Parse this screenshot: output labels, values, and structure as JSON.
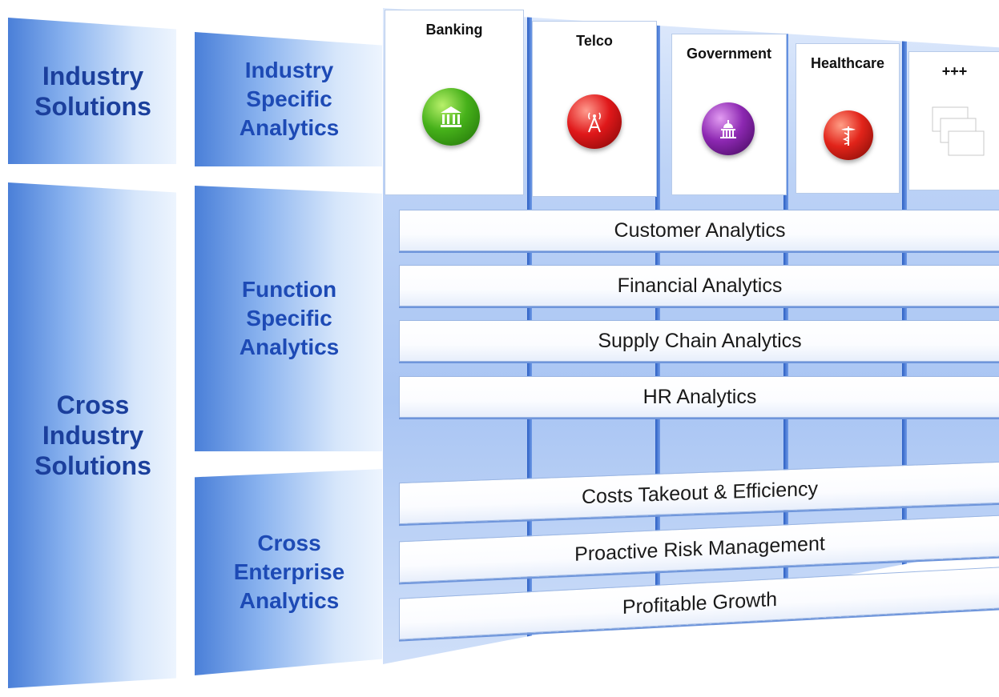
{
  "left": {
    "industry_solutions": "Industry\nSolutions",
    "cross_industry_solutions": "Cross\nIndustry\nSolutions"
  },
  "middle": {
    "industry_specific": "Industry\nSpecific\nAnalytics",
    "function_specific": "Function\nSpecific\nAnalytics",
    "cross_enterprise": "Cross\nEnterprise\nAnalytics"
  },
  "columns": [
    {
      "label": "Banking",
      "icon": "bank-icon",
      "color": "#3aa014"
    },
    {
      "label": "Telco",
      "icon": "antenna-tower-icon",
      "color": "#d11515"
    },
    {
      "label": "Government",
      "icon": "capitol-building-icon",
      "color": "#7a1e9c"
    },
    {
      "label": "Healthcare",
      "icon": "caduceus-icon",
      "color": "#cc1a12"
    },
    {
      "label": "+++",
      "icon": "stacked-pages-icon",
      "color": "#ffffff"
    }
  ],
  "function_bars": [
    "Customer Analytics",
    "Financial Analytics",
    "Supply Chain Analytics",
    "HR Analytics"
  ],
  "enterprise_bars": [
    "Costs Takeout & Efficiency",
    "Proactive Risk Management",
    "Profitable Growth"
  ]
}
